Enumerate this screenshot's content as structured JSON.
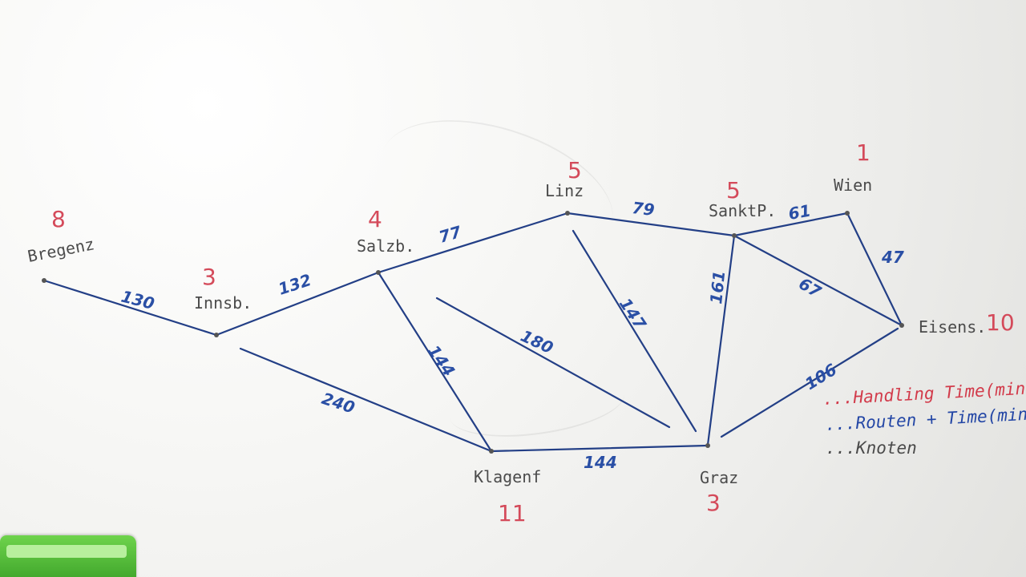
{
  "diagram": {
    "nodes": [
      {
        "id": "bregenz",
        "name": "Bregenz",
        "time": "8"
      },
      {
        "id": "innsb",
        "name": "Innsb.",
        "time": "3"
      },
      {
        "id": "salzb",
        "name": "Salzb.",
        "time": "4"
      },
      {
        "id": "linz",
        "name": "Linz",
        "time": "5"
      },
      {
        "id": "sanktp",
        "name": "SanktP.",
        "time": "5"
      },
      {
        "id": "wien",
        "name": "Wien",
        "time": "1"
      },
      {
        "id": "eisens",
        "name": "Eisens.",
        "time": "10"
      },
      {
        "id": "graz",
        "name": "Graz",
        "time": "3"
      },
      {
        "id": "klagenf",
        "name": "Klagenf",
        "time": "11"
      }
    ],
    "edges": [
      {
        "from": "bregenz",
        "to": "innsb",
        "label": "130"
      },
      {
        "from": "innsb",
        "to": "salzb",
        "label": "132"
      },
      {
        "from": "innsb",
        "to": "klagenf",
        "label": "240"
      },
      {
        "from": "salzb",
        "to": "linz",
        "label": "77"
      },
      {
        "from": "salzb",
        "to": "klagenf",
        "label": "144"
      },
      {
        "from": "salzb",
        "to": "graz",
        "label": "180"
      },
      {
        "from": "linz",
        "to": "sanktp",
        "label": "79"
      },
      {
        "from": "linz",
        "to": "graz",
        "label": "147"
      },
      {
        "from": "sanktp",
        "to": "wien",
        "label": "61"
      },
      {
        "from": "sanktp",
        "to": "graz",
        "label": "161"
      },
      {
        "from": "sanktp",
        "to": "eisens",
        "label": "67"
      },
      {
        "from": "wien",
        "to": "eisens",
        "label": "47"
      },
      {
        "from": "graz",
        "to": "eisens",
        "label": "106"
      },
      {
        "from": "klagenf",
        "to": "graz",
        "label": "144"
      }
    ]
  },
  "legend": {
    "handling": "...Handling Time(min)",
    "routes": "...Routen + Time(min)",
    "nodes": "...Knoten",
    "handling_color": "#d23a4a",
    "routes_color": "#2346a5",
    "nodes_color": "#4a4a4a"
  },
  "objects": {
    "eraser_color": "#4fbf35"
  }
}
